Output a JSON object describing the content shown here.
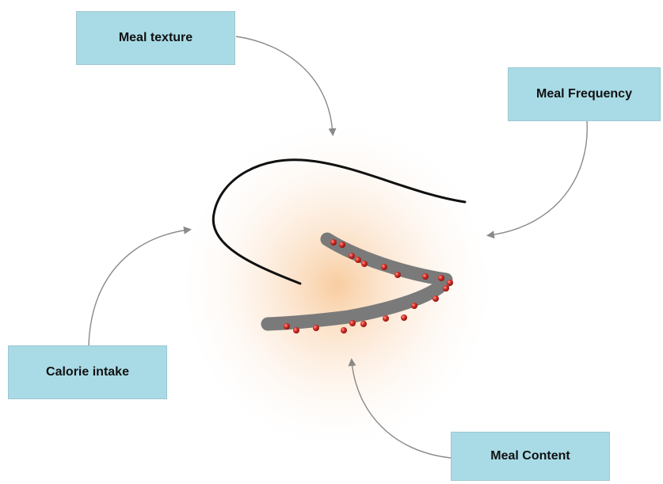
{
  "labels": {
    "meal_texture": "Meal texture",
    "meal_frequency": "Meal Frequency",
    "calorie_intake": "Calorie intake",
    "meal_content": "Meal Content"
  },
  "colors": {
    "box_fill": "#a9dbe6",
    "arrow": "#8a8a8a",
    "tongue": "#7a7a7a",
    "dots": "#cc2a1f",
    "glow": "#f7c48f",
    "outline": "#111111"
  }
}
